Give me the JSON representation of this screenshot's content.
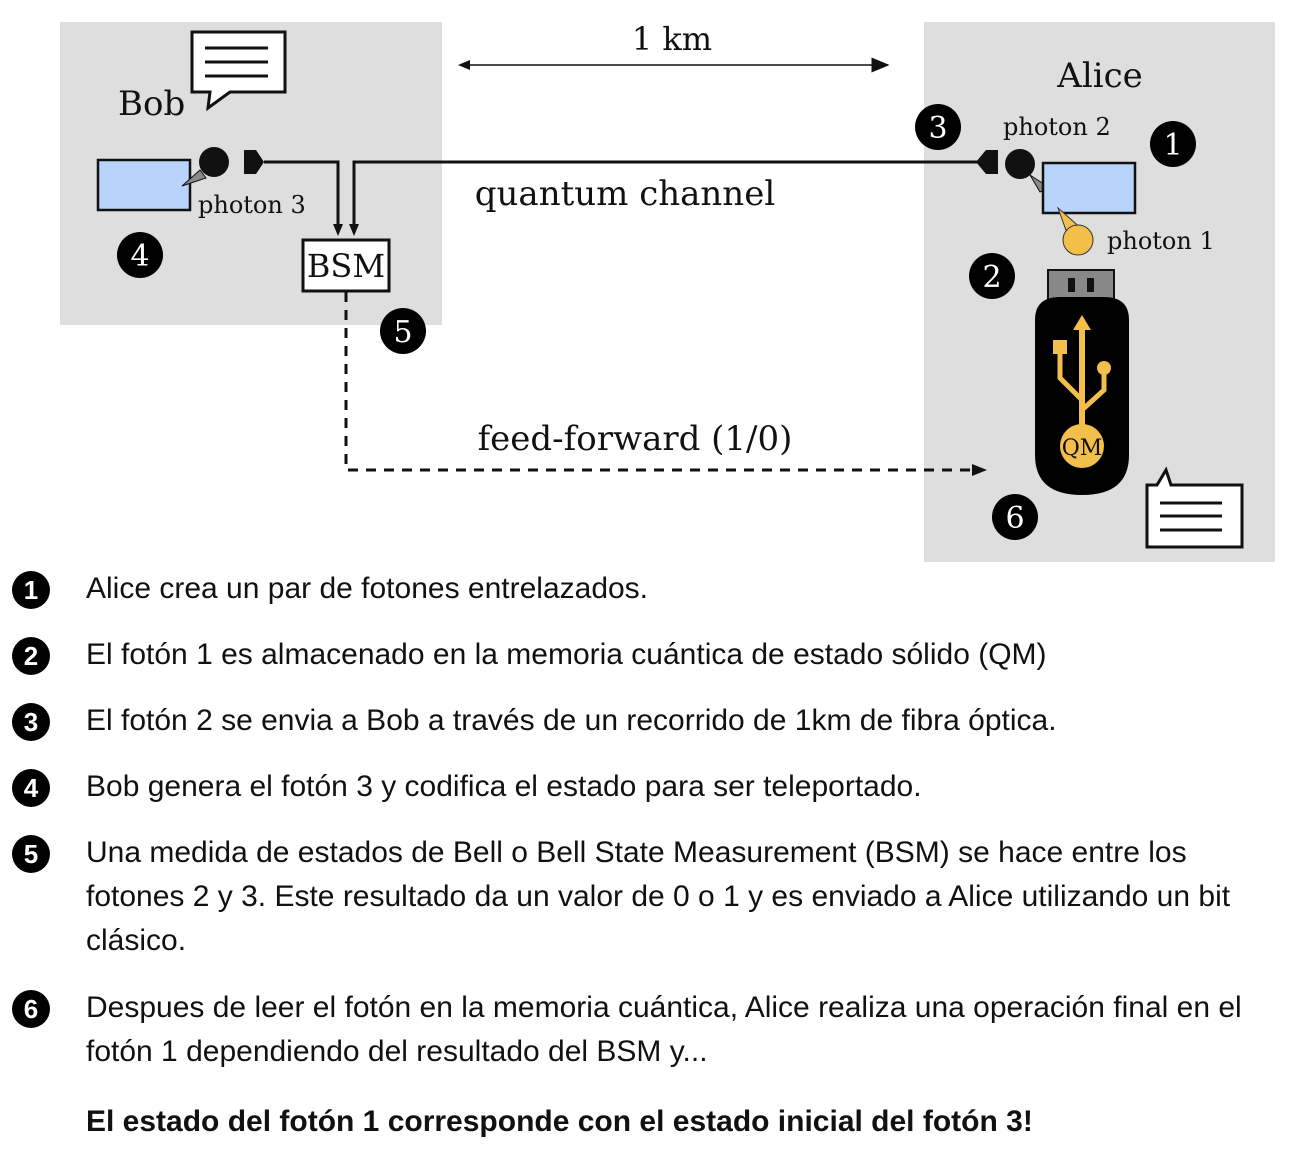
{
  "diagram": {
    "distance_label": "1 km",
    "bob_label": "Bob",
    "alice_label": "Alice",
    "photon1_label": "photon 1",
    "photon2_label": "photon 2",
    "photon3_label": "photon 3",
    "bsm_label": "BSM",
    "quantum_channel_label": "quantum channel",
    "feed_forward_label": "feed-forward (1/0)",
    "qm_label": "QM",
    "markers": [
      "1",
      "2",
      "3",
      "4",
      "5",
      "6"
    ],
    "colors": {
      "panel": "#dedede",
      "photon_source": "#b8d4fa",
      "photon1": "#f2bf4a",
      "usb_accent": "#f2bf4a",
      "usb_body": "#000000"
    }
  },
  "steps": [
    {
      "num": "1",
      "text": "Alice crea un par de fotones entrelazados."
    },
    {
      "num": "2",
      "text": "El fotón 1 es almacenado en la memoria cuántica de estado sólido (QM)"
    },
    {
      "num": "3",
      "text": "El fotón 2 se envia a Bob a través de un recorrido de 1km de fibra óptica."
    },
    {
      "num": "4",
      "text": "Bob genera el fotón 3 y codifica el estado para ser teleportado."
    },
    {
      "num": "5",
      "text": "Una medida de estados de Bell o Bell State Measurement (BSM) se hace entre los fotones 2 y 3. Este resultado da un valor de 0 o 1 y es enviado a Alice utilizando un bit clásico."
    },
    {
      "num": "6",
      "text": "Despues de leer el fotón en la memoria cuántica, Alice realiza una operación final en el fotón 1 dependiendo del resultado del BSM y..."
    }
  ],
  "conclusion": "El estado del fotón 1 corresponde con el estado inicial del fotón 3!"
}
